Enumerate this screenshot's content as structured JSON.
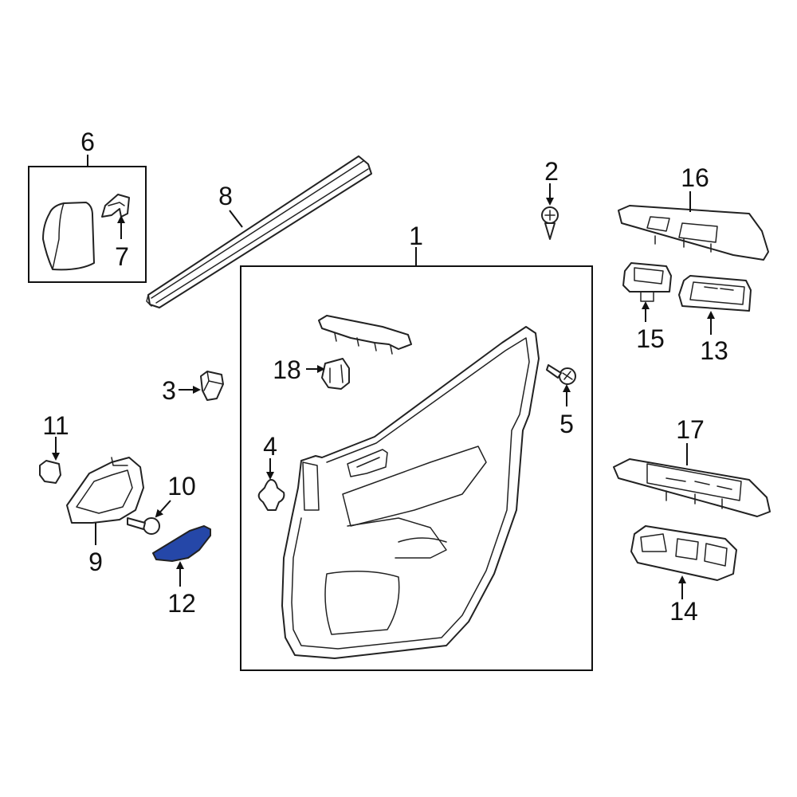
{
  "highlight_color": "#2547a8",
  "outline_color": "#222222",
  "callouts": {
    "c1": "1",
    "c2": "2",
    "c3": "3",
    "c4": "4",
    "c5": "5",
    "c6": "6",
    "c7": "7",
    "c8": "8",
    "c9": "9",
    "c10": "10",
    "c11": "11",
    "c12": "12",
    "c13": "13",
    "c14": "14",
    "c15": "15",
    "c16": "16",
    "c17": "17",
    "c18": "18"
  },
  "highlighted_part": "12"
}
